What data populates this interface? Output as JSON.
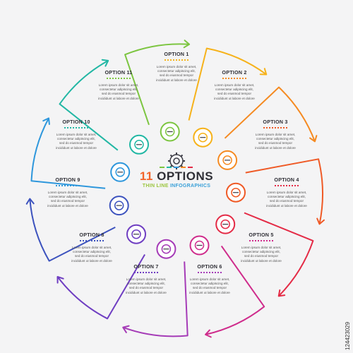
{
  "center": {
    "number": "11",
    "word": "OPTIONS",
    "subtitle_a": "THIN LINE",
    "subtitle_b": "INFOGRAPHICS"
  },
  "body_lines": [
    "Lorem ipsum dolor sit amet,",
    "consectetur adipiscing elit,",
    "sed do eiusmod tempor",
    "incididunt ut labore et dolore"
  ],
  "options": [
    {
      "title": "OPTION 1",
      "color": "#f6b21a",
      "icon": "lightbulb-icon"
    },
    {
      "title": "OPTION 2",
      "color": "#f58a21",
      "icon": "hourglass-icon"
    },
    {
      "title": "OPTION 3",
      "color": "#ef5a26",
      "icon": "rocket-icon"
    },
    {
      "title": "OPTION 4",
      "color": "#e42b46",
      "icon": "target-icon"
    },
    {
      "title": "OPTION 5",
      "color": "#cf2c8c",
      "icon": "pie-chart-icon"
    },
    {
      "title": "OPTION 6",
      "color": "#a53bb7",
      "icon": "trophy-icon"
    },
    {
      "title": "OPTION 7",
      "color": "#6f3ec2",
      "icon": "gear-icon"
    },
    {
      "title": "OPTION 8",
      "color": "#3d53be",
      "icon": "handshake-icon"
    },
    {
      "title": "OPTION 9",
      "color": "#2e97dc",
      "icon": "search-dollar-icon"
    },
    {
      "title": "OPTION 10",
      "color": "#22b7a4",
      "icon": "money-icon"
    },
    {
      "title": "OPTION 11",
      "color": "#7cc540",
      "icon": "globe-icon"
    }
  ],
  "watermark": "124423029"
}
